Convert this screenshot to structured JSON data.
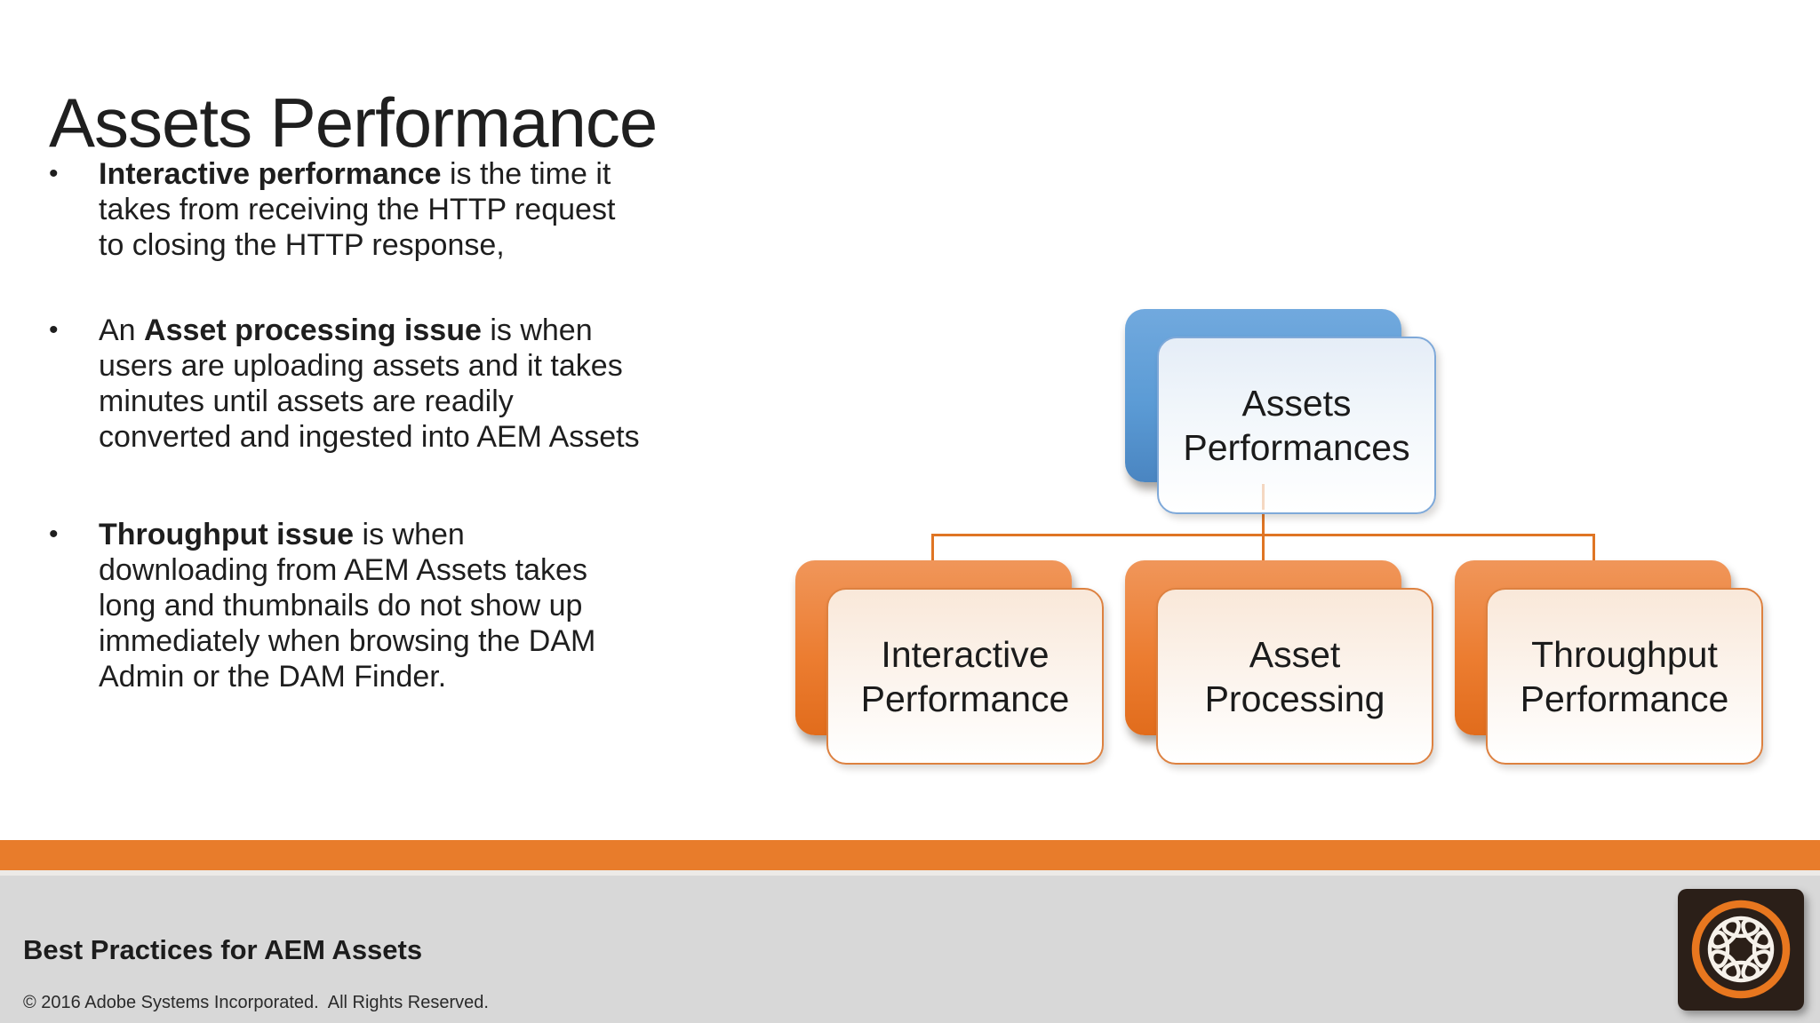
{
  "slide": {
    "title": "Assets Performance",
    "bullet_char": "•",
    "bullets": [
      {
        "pre": "",
        "bold": "Interactive performance",
        "rest": " is the time it\ntakes from receiving the HTTP request\nto closing the HTTP response,"
      },
      {
        "pre": "An ",
        "bold": "Asset processing issue",
        "rest": " is when\nusers are uploading assets and it takes\nminutes until assets are readily\nconverted and ingested into AEM Assets"
      },
      {
        "pre": "",
        "bold": "Throughput issue",
        "rest": " is when\ndownloading from AEM Assets takes\nlong and thumbnails do not show up\nimmediately when browsing the DAM\nAdmin or the DAM Finder."
      }
    ],
    "diagram": {
      "root": {
        "label": "Assets\nPerformances"
      },
      "children": [
        {
          "label": "Interactive\nPerformance"
        },
        {
          "label": "Asset\nProcessing"
        },
        {
          "label": "Throughput\nPerformance"
        }
      ]
    },
    "footer": {
      "title": "Best Practices for AEM Assets",
      "copyright": "© 2016 Adobe Systems Incorporated.  All Rights Reserved."
    },
    "logo_icon": "adobe-experience-manager-ring-logo",
    "colors": {
      "accent_orange": "#e87c2b",
      "connector_orange": "#df7524",
      "node_blue": "#5b9bd5",
      "node_orange": "#ec7d31",
      "footer_gray": "#d8d8d8",
      "text": "#1e1e1e"
    }
  }
}
